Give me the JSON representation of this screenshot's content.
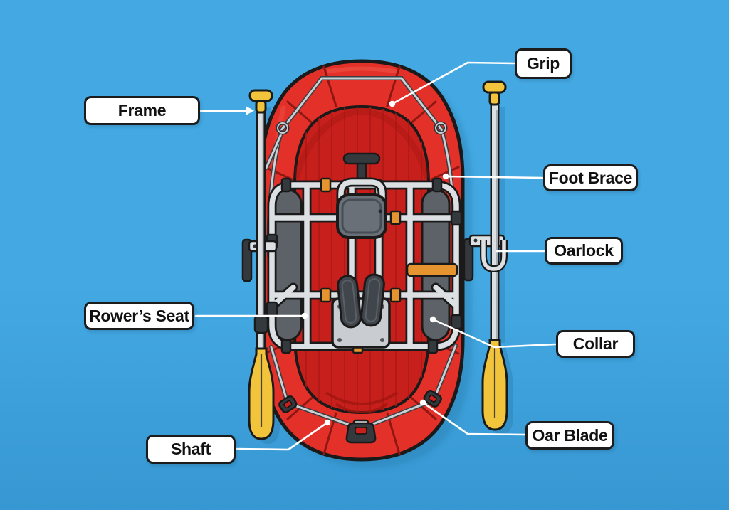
{
  "diagram": {
    "subject": "whitewater-raft-parts",
    "view": "top-down illustration of a red raft with rowing frame and two oars",
    "labels": [
      {
        "id": "frame",
        "text": "Frame"
      },
      {
        "id": "grip",
        "text": "Grip"
      },
      {
        "id": "foot_brace",
        "text": "Foot Brace"
      },
      {
        "id": "oarlock",
        "text": "Oarlock"
      },
      {
        "id": "rowers_seat",
        "text": "Rower’s Seat"
      },
      {
        "id": "collar",
        "text": "Collar"
      },
      {
        "id": "shaft",
        "text": "Shaft"
      },
      {
        "id": "oar_blade",
        "text": "Oar Blade"
      }
    ],
    "colors": {
      "background": "#44A9E3",
      "background_deep": "#3797D2",
      "raft_red": "#E33029",
      "raft_red_dark": "#C7201C",
      "raft_seam": "#8F1713",
      "raft_stripe": "#AE1B16",
      "raft_highlight": "#F15A4D",
      "outline": "#1A1A1A",
      "tube_silver": "#DCE0E3",
      "rope_silver": "#CBD0D4",
      "pad_gray": "#5D6268",
      "seat_gray": "#6A7077",
      "seat_gray_dark": "#474D54",
      "plate_gray": "#C9CDD1",
      "hardware_dark": "#34393E",
      "oar_yellow": "#F2C43C",
      "blade_ridge": "#4A4436",
      "strap_orange": "#E59430",
      "shadow_blue": "#2B83B5",
      "label_bg": "#FFFFFF",
      "label_border": "#1C1C1C",
      "label_text": "#111111",
      "leader_line": "#FFFFFF"
    }
  }
}
